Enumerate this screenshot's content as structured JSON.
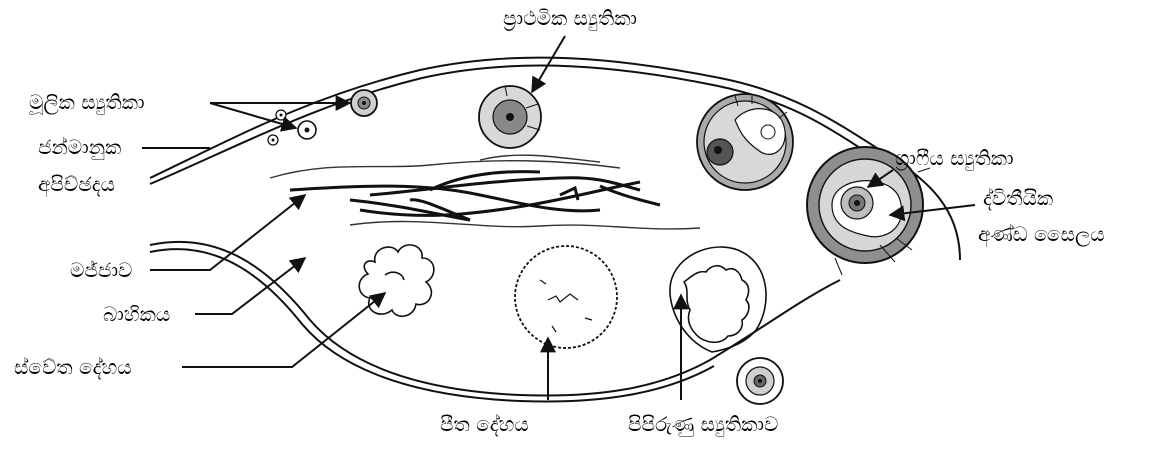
{
  "labels": {
    "primary_follicle": "ප්‍රාථමික ස්‍යුතිකා",
    "primordial_follicle": "මූලික ස්‍යුතිකා",
    "germinal_epithelium_1": "ජන්මානුක",
    "germinal_epithelium_2": "අපිච්ඡදය",
    "medulla": "මජ්ජාව",
    "cortex": "බාහිකය",
    "corpus_albicans": "ස්වේත දේහය",
    "corpus_luteum": "පීත දේහය",
    "degenerating_follicle": "පිපිරුණු ස්‍යුතිකාව",
    "graafian_follicle": "ග්‍රාෆීය ස්‍යුතිකා",
    "secondary_oocyte_1": "ද්විතීයික",
    "secondary_oocyte_2": "අණ්ඩ සෛලය"
  },
  "colors": {
    "line": "#111111",
    "follicle_fill": "#d6d6d6",
    "follicle_ring": "#8c8c8c",
    "nucleus": "#333333"
  }
}
